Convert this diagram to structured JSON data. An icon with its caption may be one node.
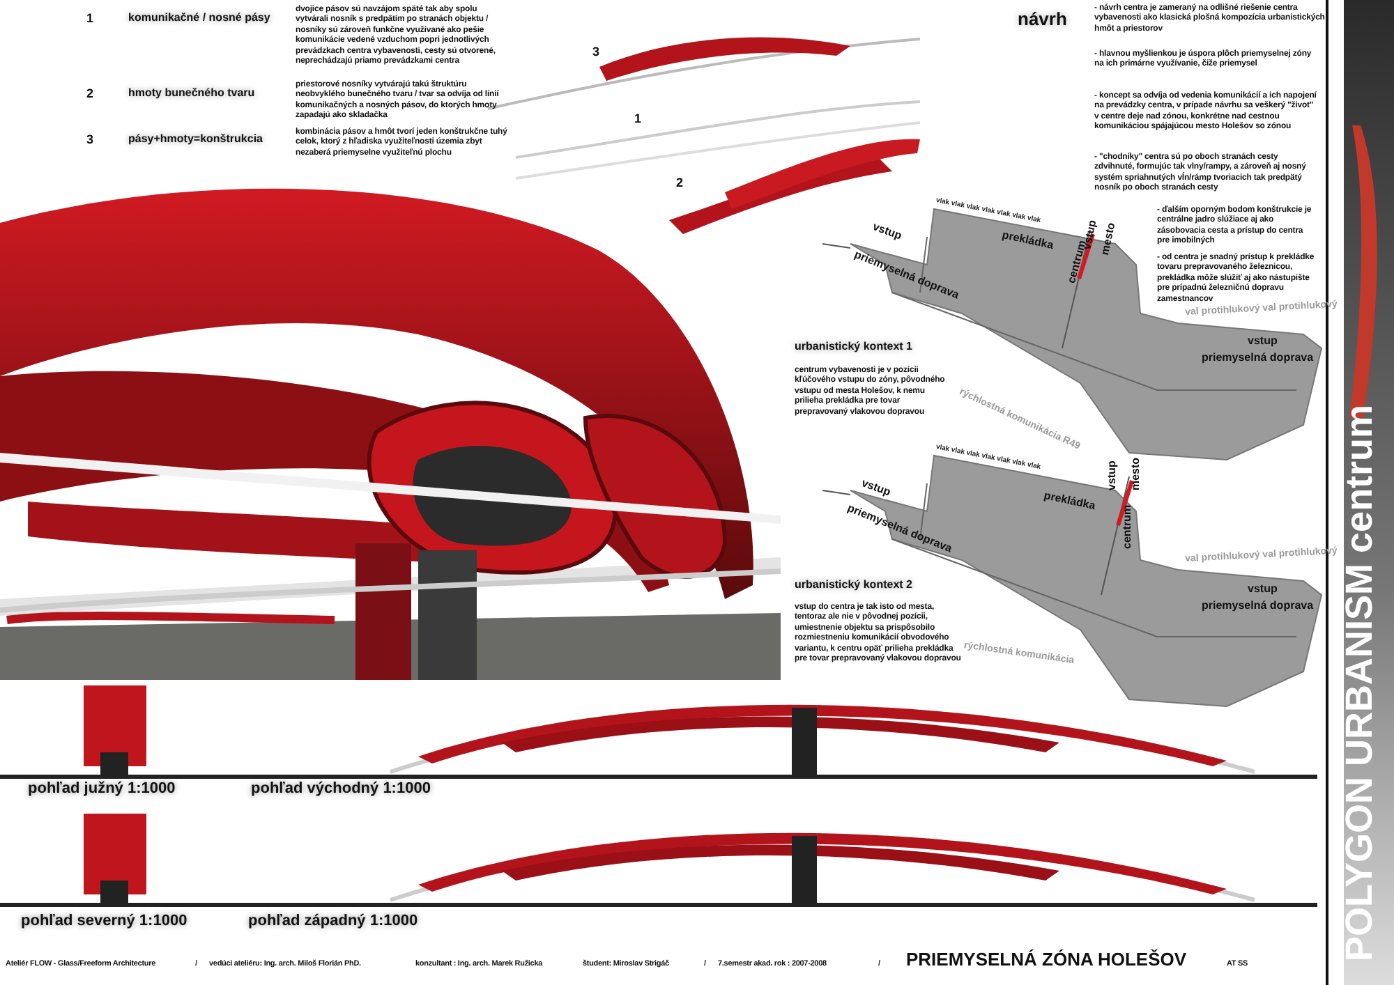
{
  "diagram": {
    "labels": [
      "1",
      "komunikačné / nosné pásy",
      "dvojice pásov sú navzájom späté tak aby spolu vytvárali nosník s predpätím po stranách objektu / nosníky sú zároveň funkčne využívané ako pešie komunikácie vedené vzduchom popri jednotlivých prevádzkach centra vybavenosti, cesty sú otvorené, neprechádzajú priamo prevádzkami centra",
      "2",
      "hmoty bunečného tvaru",
      "priestorové nosníky vytvárajú takú štruktúru neobvyklého bunečného tvaru / tvar sa odvíja od línií komunikačných a nosných pásov, do ktorých hmoty zapadajú ako skladačka",
      "3",
      "pásy+hmoty=konštrukcia",
      "kombinácia pásov a hmôt tvorí jeden konštrukčne tuhý celok, ktorý z hľadiska využiteľnosti územia zbyt nezaberá priemyselne využiteľnú plochu",
      "3",
      "1",
      "2",
      "návrh",
      "- návrh centra je zameraný na odlišné riešenie centra vybavenosti ako klasická plošná kompozícia urbanistických hmôt a priestorov",
      "- hlavnou myšlienkou je úspora plôch priemyselnej zóny na ich primárne využívanie, čiže priemysel",
      "- koncept sa odvíja od vedenia komunikácií a ich napojení na prevádzky centra, v prípade návrhu sa veškerý \"život\" v centre deje nad zónou, konkrétne nad cestnou komunikáciou spájajúcou mesto Holešov so zónou",
      "- \"chodníky\" centra sú po oboch stranách cesty zdvihnuté, formujúc tak vlny/rampy, a zároveň aj nosný systém spriahnutých vĺn/rámp tvoriacich tak predpätý nosník po oboch stranách cesty",
      "- ďalším oporným bodom konštrukcie je centrálne jadro slúžiace aj ako zásobovacia cesta a prístup do centra pre imobilných",
      "- od centra je snadný prístup k prekládke tovaru prepravovaného železnicou, prekládka môže slúžiť aj ako nástupište pre prípadnú železničnú dopravu zamestnancov",
      "vlak vlak vlak vlak vlak vlak vlak",
      "vstup",
      "priemyselná doprava",
      "prekládka",
      "centrum",
      "vstup",
      "mesto",
      "rýchlostná komunikácia R49",
      "val protihlukový val protihlukový",
      "vstup",
      "priemyselná doprava",
      "urbanistický kontext 1",
      "centrum vybavenosti je v pozícii kľúčového vstupu do zóny, pôvodného vstupu od mesta Holešov, k nemu prilieha prekládka pre tovar prepravovaný vlakovou dopravou",
      "vlak vlak vlak vlak vlak vlak vlak",
      "vstup",
      "priemyselná doprava",
      "prekládka",
      "centrum",
      "vstup",
      "mesto",
      "rýchlostná komunikácia",
      "val protihlukový val protihlukový",
      "vstup",
      "priemyselná doprava",
      "urbanistický kontext 2",
      "**vstup do centra je tak isto od mesta**, tentoraz ale nie v pôvodnej pozícii, umiestnenie objektu sa prispôsobilo rozmiestneniu komunikácií obvodového variantu, k centru opäť prilieha prekládka pre tovar prepravovaný vlakovou dopravou",
      "pohľad južný 1:1000",
      "pohľad východný 1:1000",
      "pohľad severný 1:1000",
      "pohľad západný 1:1000",
      "Ateliér FLOW - Glass/Freeform Architecture",
      "/",
      "vedúci ateliéru: Ing. arch. Miloš Florián PhD.",
      "konzultant : Ing. arch. Marek Ružicka",
      "študent: Miroslav Strigáč",
      "/",
      "7.semestr akad. rok : 2007-2008",
      "/",
      "PRIEMYSELNÁ ZÓNA HOLEŠOV",
      "AT SS",
      "POLYGON URBANISM centrum"
    ]
  }
}
